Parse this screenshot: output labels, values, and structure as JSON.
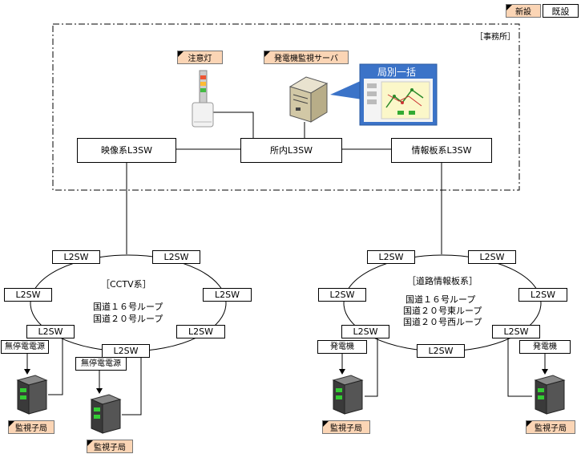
{
  "legend": {
    "new_label": "新設",
    "existing_label": "既設"
  },
  "office": {
    "label": "［事務所］"
  },
  "devices": {
    "warning_light": "注意灯",
    "gen_server": "発電機監視サーバ",
    "callout": "局別一括"
  },
  "switches": {
    "video": "映像系L3SW",
    "office": "所内L3SW",
    "info": "情報板系L3SW"
  },
  "cctv": {
    "title": "［CCTV系］",
    "lines": [
      "国道１６号ループ",
      "国道２０号ループ"
    ],
    "l2": [
      "L2SW",
      "L2SW",
      "L2SW",
      "L2SW",
      "L2SW",
      "L2SW",
      "L2SW"
    ],
    "ups": [
      "無停電電源",
      "無停電電源"
    ],
    "stations": [
      "監視子局",
      "監視子局"
    ]
  },
  "road": {
    "title": "［道路情報板系］",
    "lines": [
      "国道１６号ループ",
      "国道２０号東ループ",
      "国道２０号西ループ"
    ],
    "l2": [
      "L2SW",
      "L2SW",
      "L2SW",
      "L2SW",
      "L2SW",
      "L2SW",
      "L2SW"
    ],
    "gens": [
      "発電機",
      "発電機"
    ],
    "stations": [
      "監視子局",
      "監視子局"
    ]
  }
}
